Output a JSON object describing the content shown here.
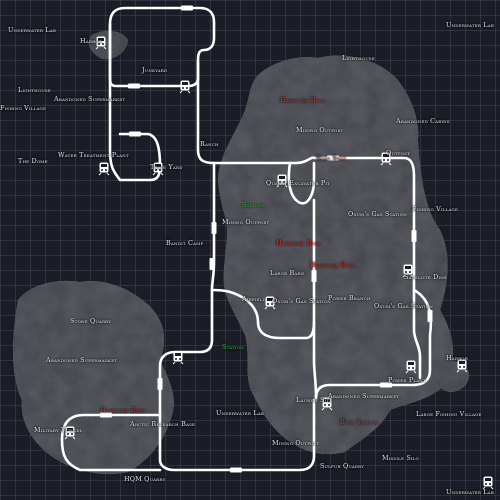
{
  "map": {
    "labels": [
      {
        "text": "Underwater Lab",
        "color": "white"
      },
      {
        "text": "Underwater Lab",
        "color": "white"
      },
      {
        "text": "Underwater Lab",
        "color": "white"
      },
      {
        "text": "Underwater Lab",
        "color": "white"
      },
      {
        "text": "Harbor",
        "color": "white"
      },
      {
        "text": "Harbor",
        "color": "white"
      },
      {
        "text": "Junkyard",
        "color": "white"
      },
      {
        "text": "Lighthouse",
        "color": "white"
      },
      {
        "text": "Lighthouse",
        "color": "white"
      },
      {
        "text": "Abandoned Supermarket",
        "color": "white"
      },
      {
        "text": "Abandoned Supermarket",
        "color": "white"
      },
      {
        "text": "Abandoned Supermarket",
        "color": "white"
      },
      {
        "text": "Fishing Village",
        "color": "white"
      },
      {
        "text": "Fishing Village",
        "color": "white"
      },
      {
        "text": "Large Fishing Village",
        "color": "white"
      },
      {
        "text": "The Dome",
        "color": "white"
      },
      {
        "text": "Water Treatment Plant",
        "color": "white"
      },
      {
        "text": "Train Yard",
        "color": "white"
      },
      {
        "text": "Ranch",
        "color": "white"
      },
      {
        "text": "Mining Outpost",
        "color": "white"
      },
      {
        "text": "Mining Outpost",
        "color": "white"
      },
      {
        "text": "Mining Outpost",
        "color": "white"
      },
      {
        "text": "Abandoned Cabins",
        "color": "white"
      },
      {
        "text": "Outpost",
        "color": "white"
      },
      {
        "text": "Quarry Excavator Pit",
        "color": "white"
      },
      {
        "text": "Oxum's Gas Station",
        "color": "white"
      },
      {
        "text": "Oxum's Gas Station",
        "color": "white"
      },
      {
        "text": "Oxum's Gas Station",
        "color": "white"
      },
      {
        "text": "Bandit Camp",
        "color": "white"
      },
      {
        "text": "Large Barn",
        "color": "white"
      },
      {
        "text": "Satellite Dish",
        "color": "white"
      },
      {
        "text": "Airfield",
        "color": "white"
      },
      {
        "text": "Power Branch",
        "color": "white"
      },
      {
        "text": "Stone Quarry",
        "color": "white"
      },
      {
        "text": "Power Plant",
        "color": "white"
      },
      {
        "text": "Arctic Research Base",
        "color": "white"
      },
      {
        "text": "Military Tunnel",
        "color": "white"
      },
      {
        "text": "Launch Site",
        "color": "white"
      },
      {
        "text": "Missile Silo",
        "color": "white"
      },
      {
        "text": "Sulfur Quarry",
        "color": "white"
      },
      {
        "text": "HQM Quarry",
        "color": "white"
      },
      {
        "text": "Hardcore Boss",
        "color": "red"
      },
      {
        "text": "Boss Spot",
        "color": "red"
      },
      {
        "text": "Hardcore Boss",
        "color": "red"
      },
      {
        "text": "Hardcore Boss",
        "color": "red"
      },
      {
        "text": "Hardcore Boss",
        "color": "red"
      },
      {
        "text": "Boss Station",
        "color": "red"
      },
      {
        "text": "Station",
        "color": "green"
      },
      {
        "text": "Station",
        "color": "green"
      }
    ],
    "colors": {
      "rail": "#ffffff",
      "land": "#5a5b62",
      "water": "#1b1c26",
      "grid": "#787d96",
      "red_label": "#e0302a",
      "green_label": "#2ecc3a"
    }
  }
}
